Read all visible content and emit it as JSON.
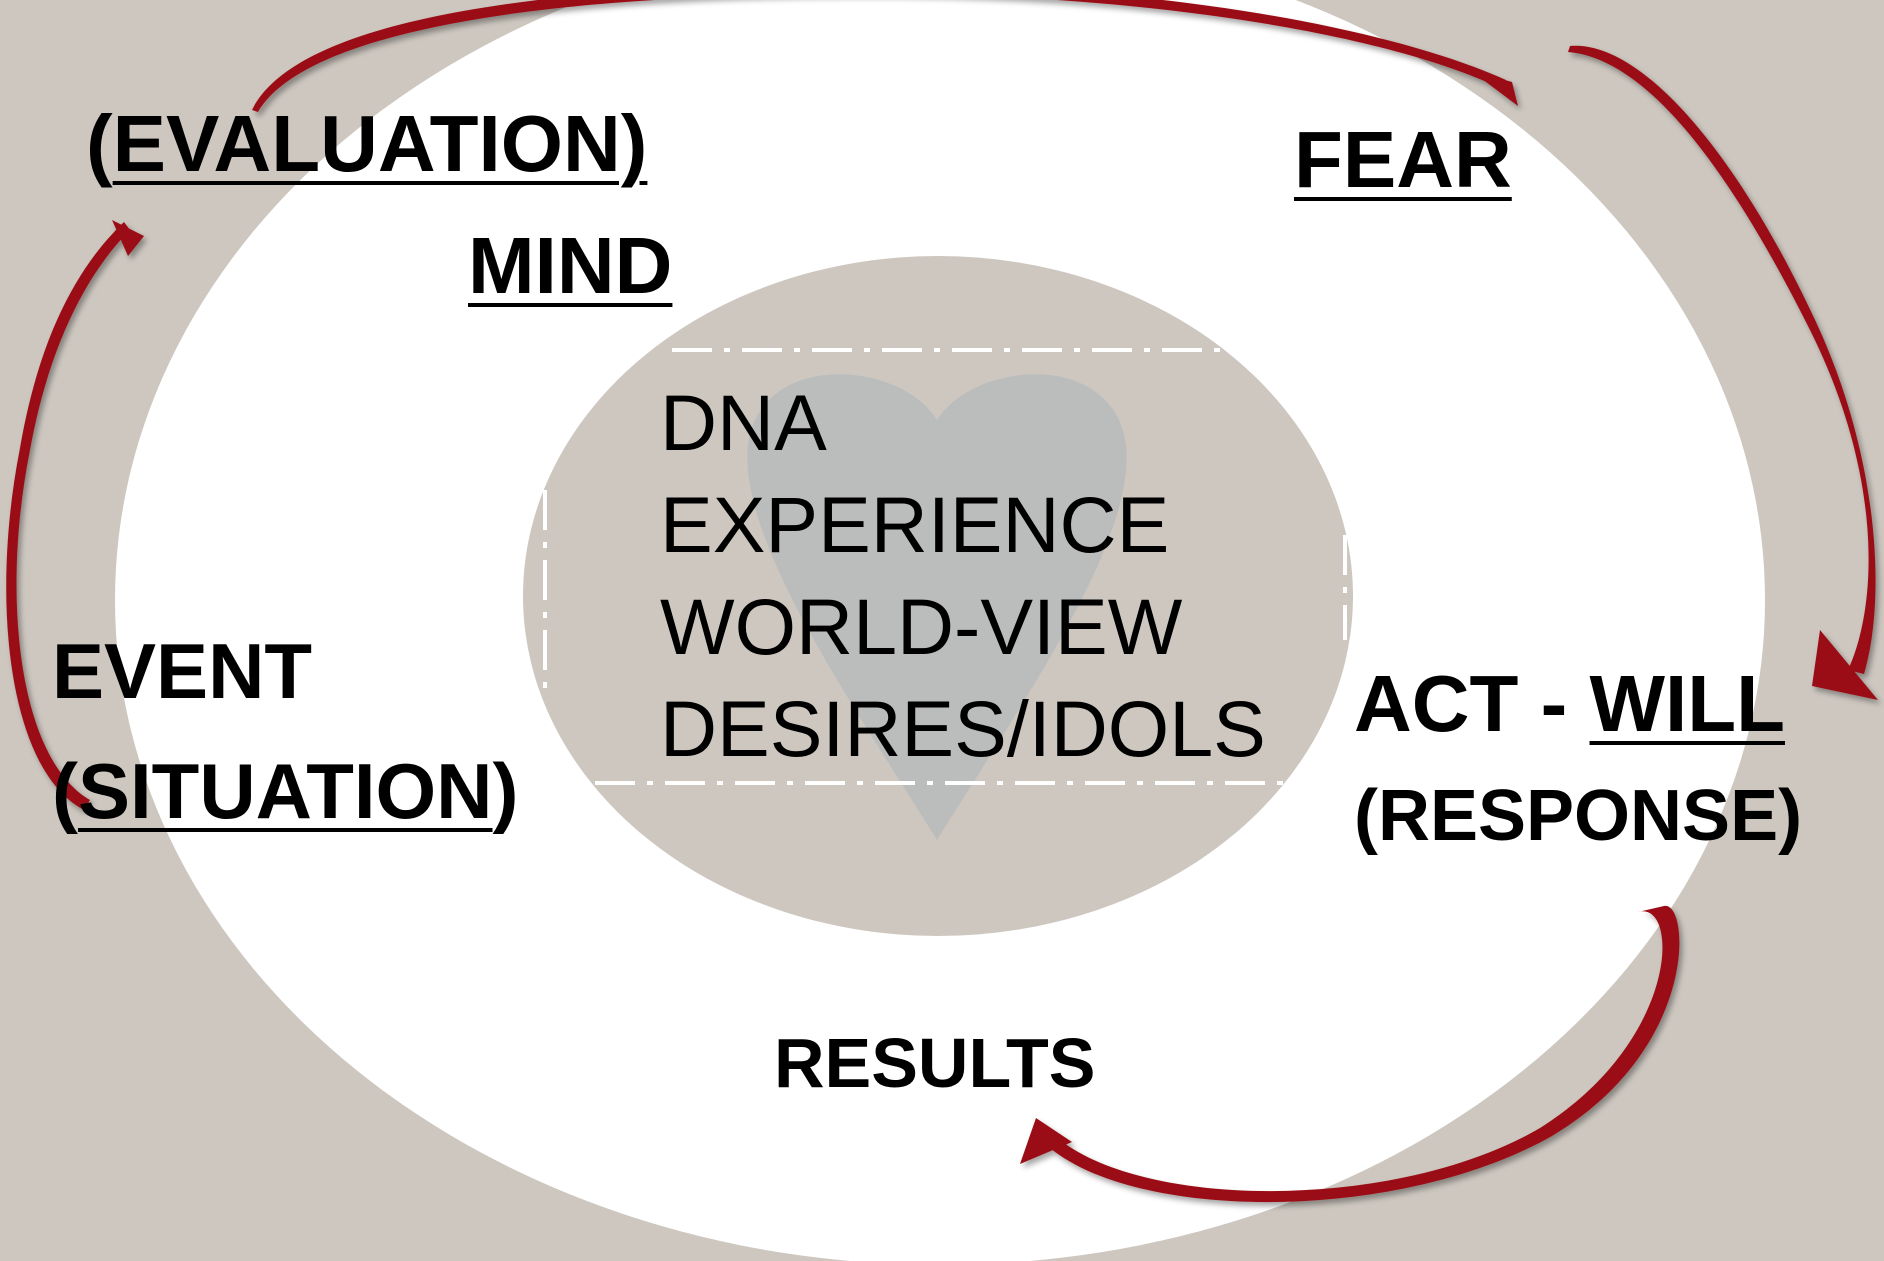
{
  "colors": {
    "background": "#cdc7c0",
    "outer_ring": "#ffffff",
    "inner_core": "#cdc7c0",
    "heart": "#b9bbbd",
    "arrow": "#9b0f12",
    "text": "#000000"
  },
  "icons": {
    "heart": "heart-shape",
    "arrows": "curved-cycle-arrows"
  },
  "labels": {
    "evaluation": {
      "open": "(",
      "word": "EVALUATION)"
    },
    "mind": "MIND",
    "fear": "FEAR",
    "event": "EVENT",
    "situation": {
      "open": "(",
      "word": "SITUATION",
      "close": ")"
    },
    "act": {
      "prefix": "ACT - ",
      "word": "WILL"
    },
    "response": "(RESPONSE)",
    "results": "RESULTS"
  },
  "core": {
    "items": [
      "DNA",
      "EXPERIENCE",
      "WORLD-VIEW",
      "DESIRES/IDOLS"
    ]
  }
}
